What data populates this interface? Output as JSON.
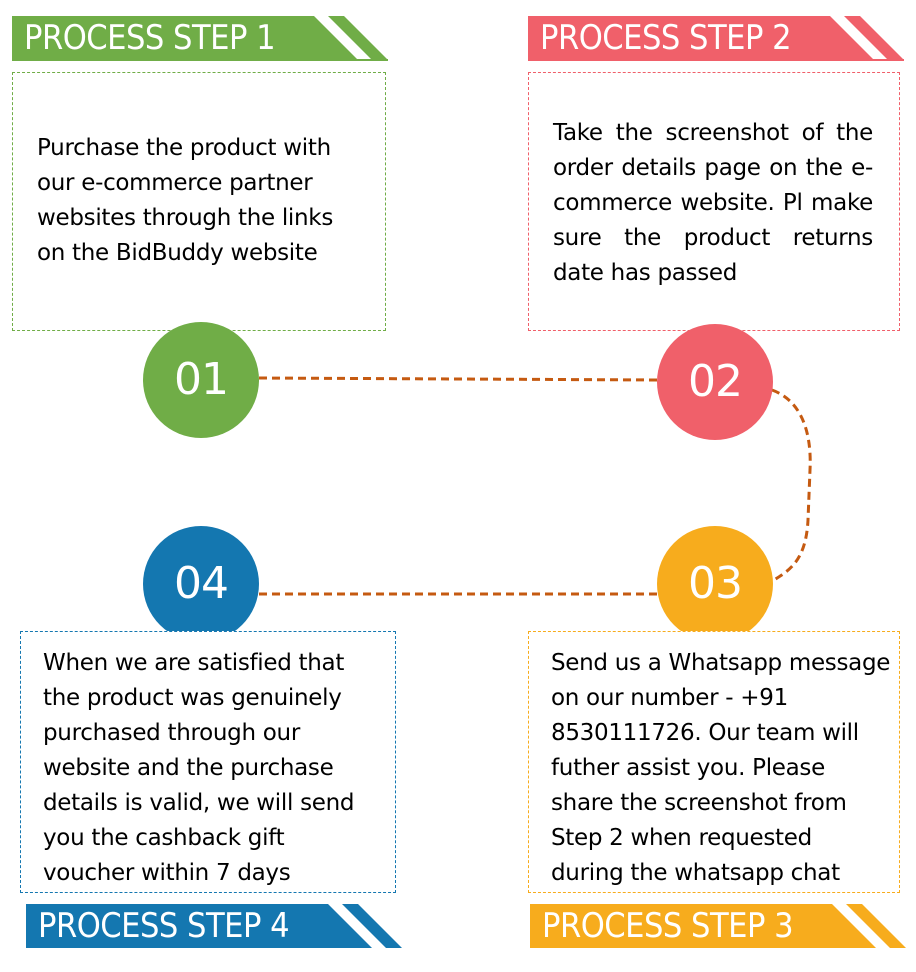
{
  "steps": [
    {
      "banner": "PROCESS STEP 1",
      "number": "01",
      "text": "Purchase the product with our e-commerce partner websites through the links on the BidBuddy website",
      "color": "#70ad47"
    },
    {
      "banner": "PROCESS STEP 2",
      "number": "02",
      "text": "Take the screenshot of the order details page on the e-commerce website. Pl make sure the product returns date has passed",
      "color": "#f0606a"
    },
    {
      "banner": "PROCESS STEP 3",
      "number": "03",
      "text": "Send us a Whatsapp message on our number - +91 8530111726. Our team will futher assist you. Please share the screenshot from Step 2 when requested during the whatsapp chat",
      "color": "#f7ac1d"
    },
    {
      "banner": "PROCESS STEP 4",
      "number": "04",
      "text": "When we are satisfied that the product was genuinely purchased through our website and the purchase details is valid, we will send you the cashback gift voucher within 7 days",
      "color": "#1477b0"
    }
  ],
  "connector_color": "#c55a11"
}
